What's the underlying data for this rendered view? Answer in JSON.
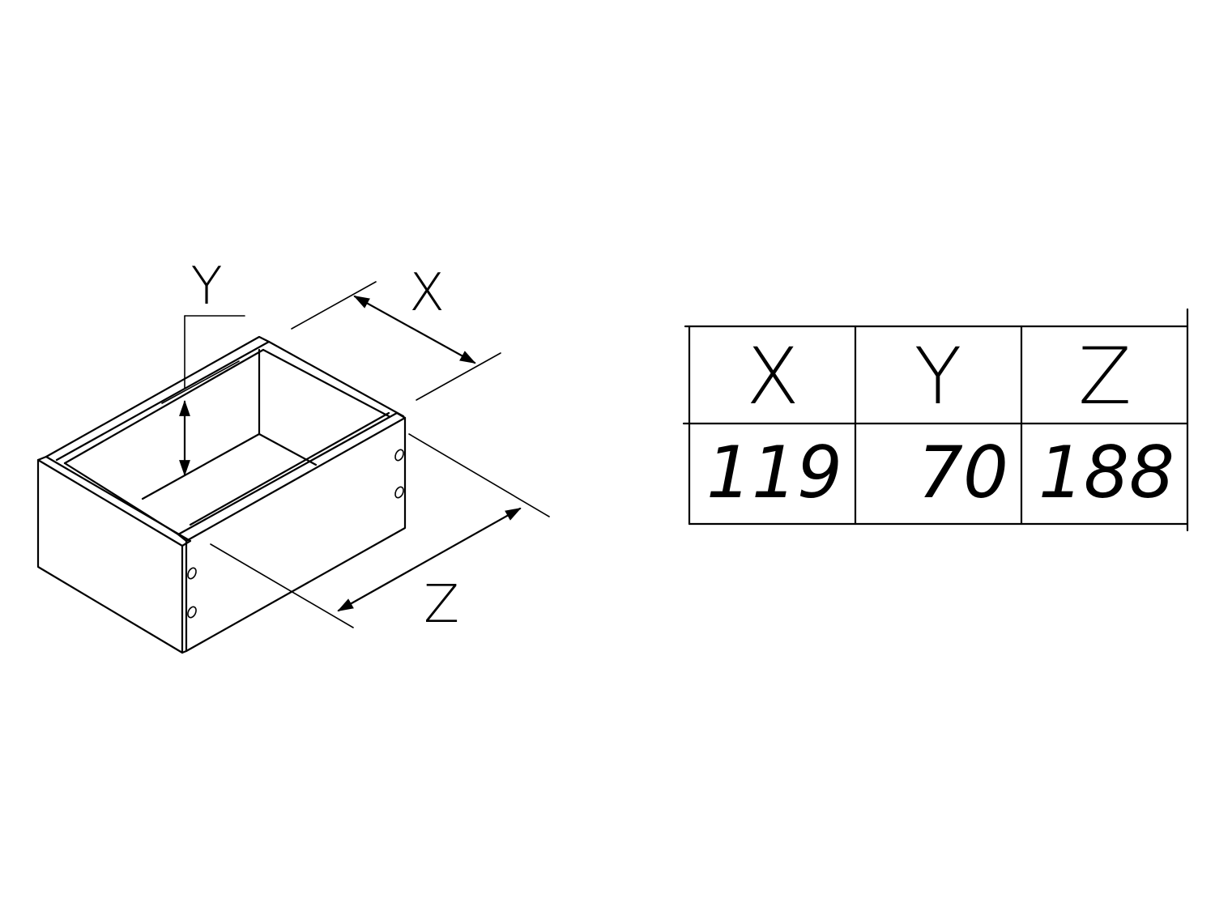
{
  "labels": {
    "x": "X",
    "y": "Y",
    "z": "Z"
  },
  "table": {
    "headers": [
      "X",
      "Y",
      "Z"
    ],
    "values": [
      "119",
      "70",
      "188"
    ]
  }
}
